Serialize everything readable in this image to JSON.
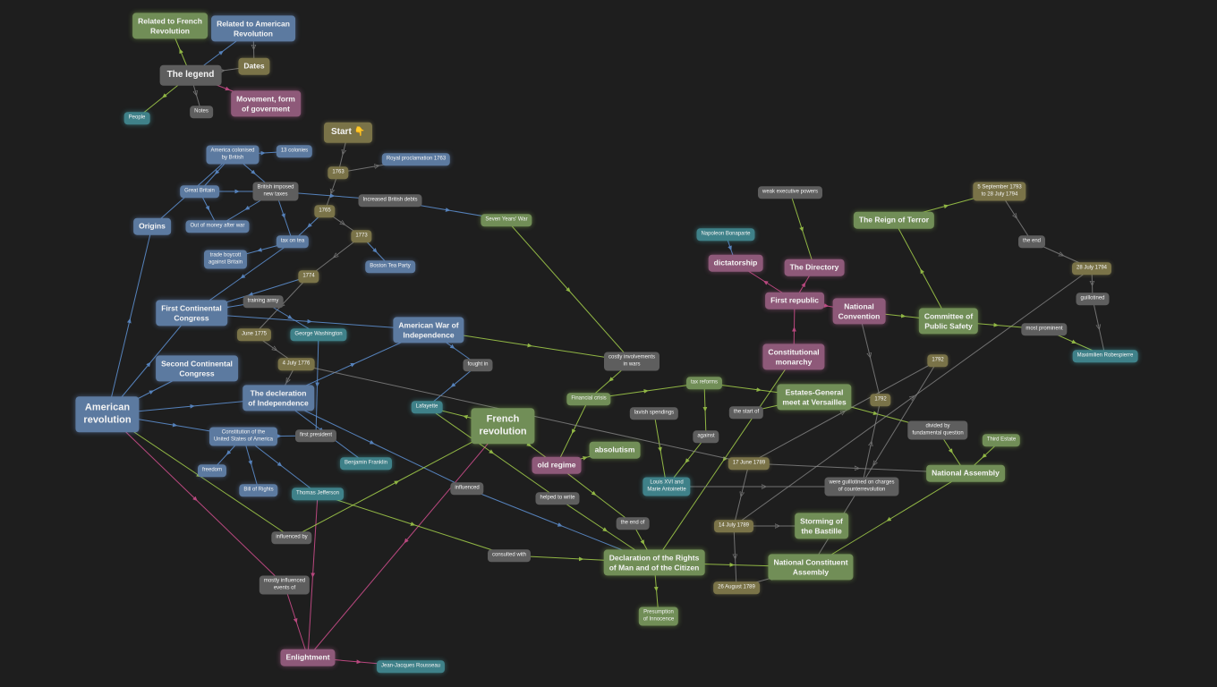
{
  "colors": {
    "background": "#1e1e1e",
    "american": "#5c7aa0",
    "french": "#718e57",
    "movement": "#8e5979",
    "people": "#3f8189",
    "dates": "#7a7348",
    "notes": "#5e5e5e",
    "edge_blue": "#5f93d6",
    "edge_green": "#a5d14b",
    "edge_pink": "#d44f8f",
    "edge_grey": "#8d8d8d"
  },
  "nodes": {
    "legend": "The legend",
    "legend_french": "Related to French\nRevolution",
    "legend_american": "Related to American\nRevolution",
    "legend_dates": "Dates",
    "legend_movement": "Movement, form\nof goverment",
    "legend_notes": "Notes",
    "legend_people": "People",
    "start": "Start 👇",
    "d1763": "1763",
    "royal_proclamation": "Royal proclamation 1763",
    "america_colonised": "America colonised\nby British",
    "colonies13": "13 colonies",
    "great_britain": "Great Britain",
    "british_taxes": "British imposed\nnew taxes",
    "increased_debts": "Increased British debts",
    "seven_years_war": "Seven Years' War",
    "out_of_money": "Out of money after war",
    "d1765": "1765",
    "d1773": "1773",
    "tax_on_tea": "tax on tea",
    "origins": "Origins",
    "trade_boycott": "trade boycott\nagainst Britain",
    "boston_tea_party": "Boston Tea Party",
    "d1774": "1774",
    "training_army": "training army",
    "first_continental": "First Continental\nCongress",
    "june1775": "June 1775",
    "george_washington": "George Washington",
    "american_war": "American War of\nIndependence",
    "second_continental": "Second Continental\nCongress",
    "july1776": "4 July 1776",
    "fought_in": "fought in",
    "declaration_independence": "The decleration\nof Independence",
    "american_revolution": "American\nrevolution",
    "constitution": "Constitution of the\nUnited States of America",
    "first_president": "first president",
    "benjamin_franklin": "Benjamin Franklin",
    "freedom": "freedom",
    "bill_of_rights": "Bill of Rights",
    "thomas_jefferson": "Thomas Jefferson",
    "influenced_by": "influenced by",
    "mostly_influenced": "mostly influenced\nevents of",
    "enlightment": "Enlightment",
    "rousseau": "Jean-Jacques Rousseau",
    "lafayette": "Lafayette",
    "french_revolution": "French\nrevolution",
    "costly_involvements": "costly involvements\nin wars",
    "financial_crisis": "Financial crisis",
    "tax_reforms": "tax reforms",
    "estates_general": "Estates-General\nmeet at Versailles",
    "lavish_spendings": "lavish spendings",
    "the_start_of": "the start of",
    "absolutism": "absolutism",
    "old_regime": "old regime",
    "against": "against",
    "louis": "Louis XVI and\nMarie Antoinette",
    "influenced": "influenced",
    "helped_to_write": "helped to write",
    "the_end_of": "the end of",
    "consulted_with": "consulted with",
    "declaration_rights": "Declaration of the Rights\nof Man and of the Citizen",
    "presumption": "Presumption\nof Innocence",
    "june1789": "17 June 1789",
    "guillotined_charges": "were guillotined on charges\nof counterrevolution",
    "july1789": "14 July 1789",
    "storming": "Storming of\nthe Bastille",
    "national_constituent": "National Constituent\nAssembly",
    "aug1789": "26 August 1789",
    "national_assembly": "National Assembly",
    "third_estate": "Third Estate",
    "divided_by": "divided by\nfundamental question",
    "d1792a": "1792",
    "d1792b": "1792",
    "constitutional_monarchy": "Constitutional\nmonarchy",
    "first_republic": "First republic",
    "national_convention": "National\nConvention",
    "dictatorship": "dictatorship",
    "napoleon": "Napoleon Bonaparte",
    "the_directory": "The Directory",
    "weak_executive": "weak executive powers",
    "reign_of_terror": "The Reign of Terror",
    "sept1793": "5 September 1793\nto 28 July 1794",
    "the_end": "the end",
    "july1794": "28 July 1794",
    "guillotined": "guillotined",
    "committee": "Committee of\nPublic Safety",
    "most_prominent": "most prominent",
    "robespierre": "Maximilien Robespierre"
  }
}
